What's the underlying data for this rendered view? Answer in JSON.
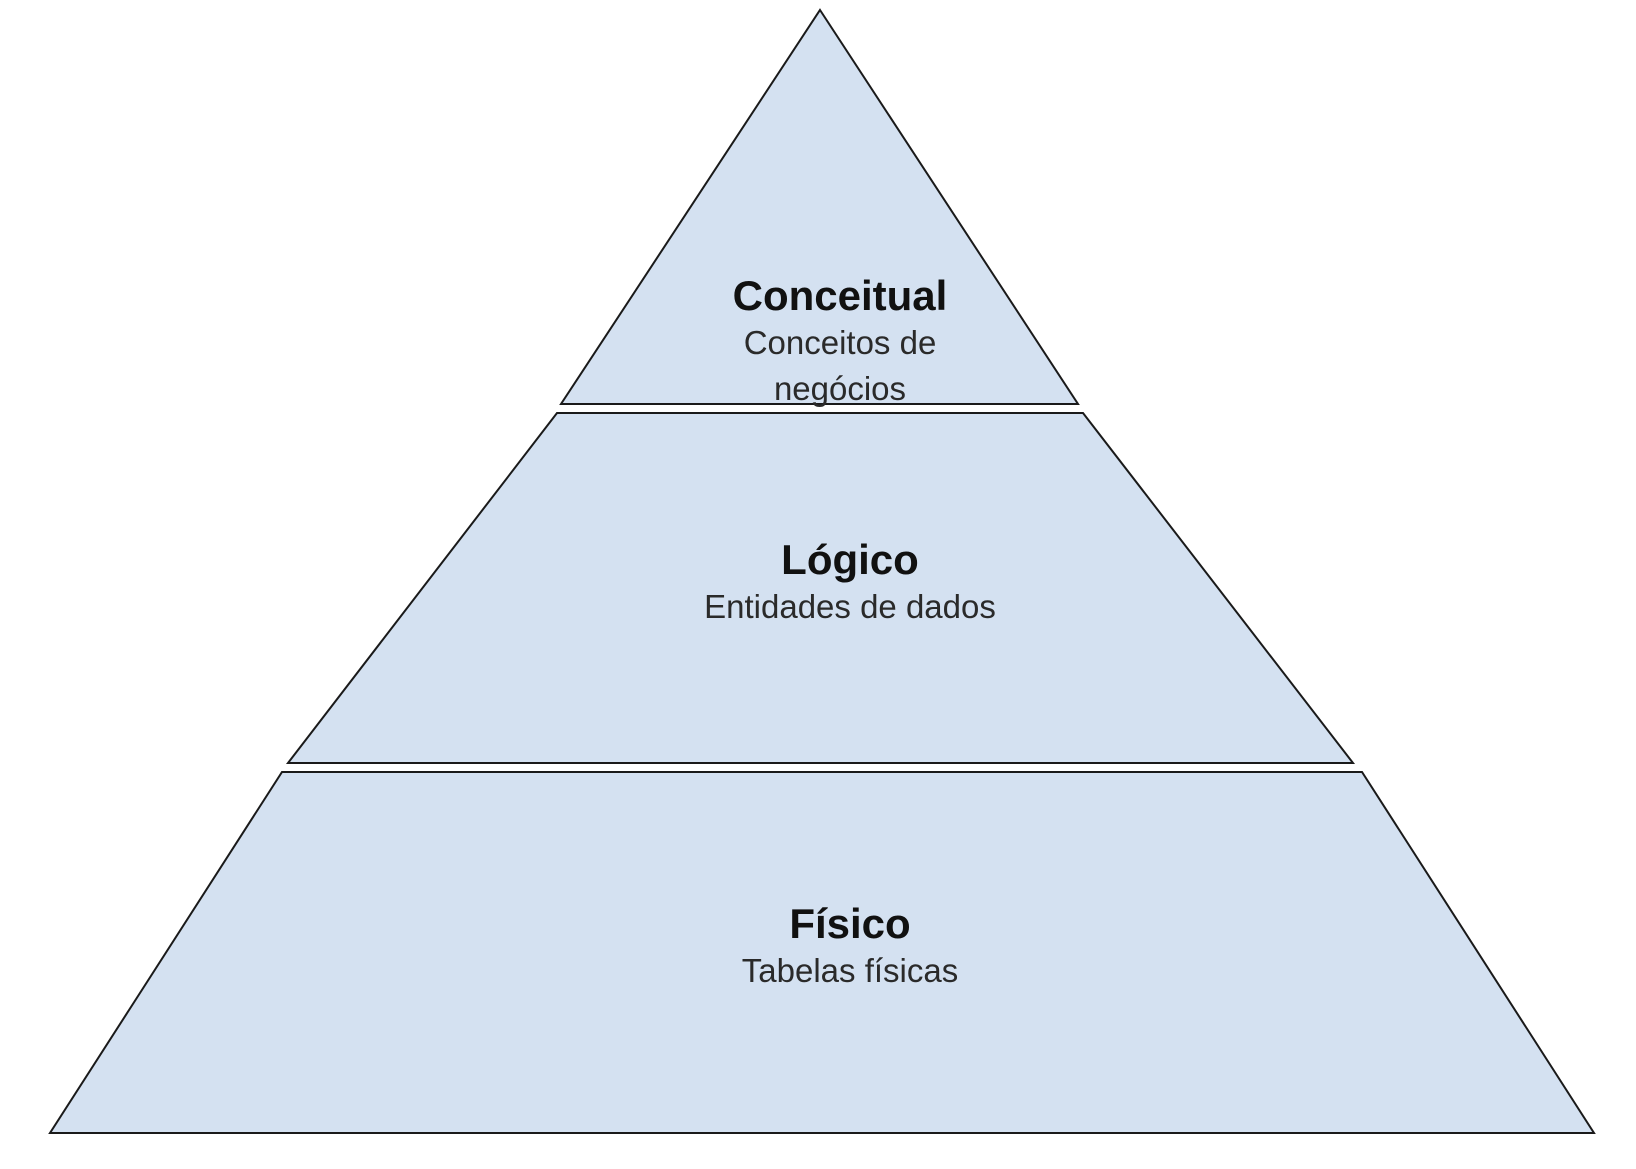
{
  "diagram": {
    "type": "pyramid",
    "fill_color": "#d4e1f1",
    "stroke_color": "#1a1a1a",
    "levels": [
      {
        "title": "Conceitual",
        "subtitle": "Conceitos de negócios"
      },
      {
        "title": "Lógico",
        "subtitle": "Entidades de dados"
      },
      {
        "title": "Físico",
        "subtitle": "Tabelas físicas"
      }
    ]
  }
}
